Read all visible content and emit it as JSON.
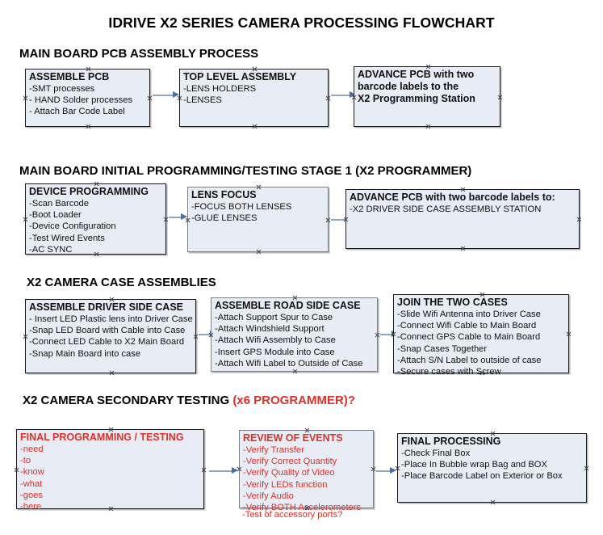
{
  "document": {
    "title": "IDRIVE X2  SERIES CAMERA PROCESSING FLOWCHART"
  },
  "colors": {
    "box_fill": "#E8EDF5",
    "box_border": "#1a1a1a",
    "box_border_gray": "#7a7f87",
    "text": "#111111",
    "accent_red": "#E03028",
    "arrow": "#8fa6bd",
    "arrow_head": "#4a6fa5",
    "background": "#ffffff"
  },
  "sections": [
    {
      "id": "main-board-pcb-assembly",
      "header": "MAIN BOARD PCB ASSEMBLY PROCESS",
      "header_accent": "",
      "boxes": [
        {
          "id": "assemble-pcb",
          "title": "ASSEMBLE PCB",
          "title_red": false,
          "lines": [
            "-SMT processes",
            "- HAND Solder processes",
            "- Attach Bar Code Label"
          ]
        },
        {
          "id": "top-level-assembly",
          "title": "TOP LEVEL ASSEMBLY",
          "title_red": false,
          "lines": [
            "-LENS HOLDERS",
            "-LENSES"
          ]
        },
        {
          "id": "advance-pcb-programming-station",
          "title": "ADVANCE PCB with two",
          "title_red": false,
          "title_extra": [
            "barcode labels to the",
            " X2 Programming Station"
          ],
          "lines": []
        }
      ]
    },
    {
      "id": "main-board-initial-programming",
      "header": "MAIN BOARD INITIAL PROGRAMMING/TESTING STAGE 1 (X2 PROGRAMMER)",
      "header_accent": "",
      "boxes": [
        {
          "id": "device-programming",
          "title": "DEVICE PROGRAMMING",
          "title_red": false,
          "lines": [
            "-Scan Barcode",
            "-Boot Loader",
            "-Device Configuration",
            "-Test Wired Events",
            "-AC SYNC"
          ]
        },
        {
          "id": "lens-focus",
          "title": "LENS FOCUS",
          "title_red": false,
          "lines": [
            "-FOCUS BOTH LENSES",
            "-GLUE LENSES"
          ]
        },
        {
          "id": "advance-pcb-driver-side-case",
          "title": "ADVANCE PCB with two barcode labels to:",
          "title_red": false,
          "lines": [
            "-X2 DRIVER  SIDE  CASE  ASSEMBLY STATION"
          ]
        }
      ]
    },
    {
      "id": "x2-camera-case-assemblies",
      "header": "X2 CAMERA CASE ASSEMBLIES",
      "header_accent": "",
      "boxes": [
        {
          "id": "assemble-driver-side-case",
          "title": "ASSEMBLE DRIVER SIDE CASE",
          "title_red": false,
          "lines": [
            "- Insert LED Plastic lens into Driver Case",
            "-Snap LED Board with Cable into Case",
            "-Connect LED Cable to X2 Main Board",
            "-Snap Main Board into case"
          ]
        },
        {
          "id": "assemble-road-side-case",
          "title": "ASSEMBLE ROAD SIDE CASE",
          "title_red": false,
          "lines": [
            "-Attach Support Spur to Case",
            "-Attach Windshield Support",
            "-Attach Wifi Assembly to Case",
            "-Insert GPS Module into Case",
            "-Attach Wifi Label to Outside of Case"
          ]
        },
        {
          "id": "join-the-two-cases",
          "title": "JOIN THE TWO CASES",
          "title_red": false,
          "lines": [
            "-Slide Wifi Antenna into Driver Case",
            "-Connect Wifi Cable to Main Board",
            "-Connect GPS Cable to Main Board",
            "-Snap Cases Together",
            "-Attach S/N Label to outside of case",
            "-Secure cases with Screw"
          ]
        }
      ]
    },
    {
      "id": "x2-camera-secondary-testing",
      "header": "X2 CAMERA SECONDARY TESTING ",
      "header_accent": "(x6 PROGRAMMER)?",
      "boxes": [
        {
          "id": "final-programming-testing",
          "title": "FINAL PROGRAMMING / TESTING",
          "title_red": true,
          "lines": [
            "-need",
            "-to",
            "-know",
            "-what",
            "-goes",
            "-here"
          ]
        },
        {
          "id": "review-of-events",
          "title": "REVIEW OF EVENTS",
          "title_red": true,
          "lines": [
            "-Verify Transfer",
            "-Verify Correct Quantity",
            "-Verify Quality of Video",
            "-Verify LEDs function",
            "-Verify Audio",
            "-Verify BOTH Accelerometers"
          ],
          "overflow_line": "-Test of accessory ports?"
        },
        {
          "id": "final-processing",
          "title": "FINAL PROCESSING",
          "title_red": false,
          "lines": [
            " -Check Final Box",
            "-Place In Bubble wrap Bag and BOX",
            "-Place Barcode Label on Exterior or Box"
          ]
        }
      ]
    }
  ]
}
